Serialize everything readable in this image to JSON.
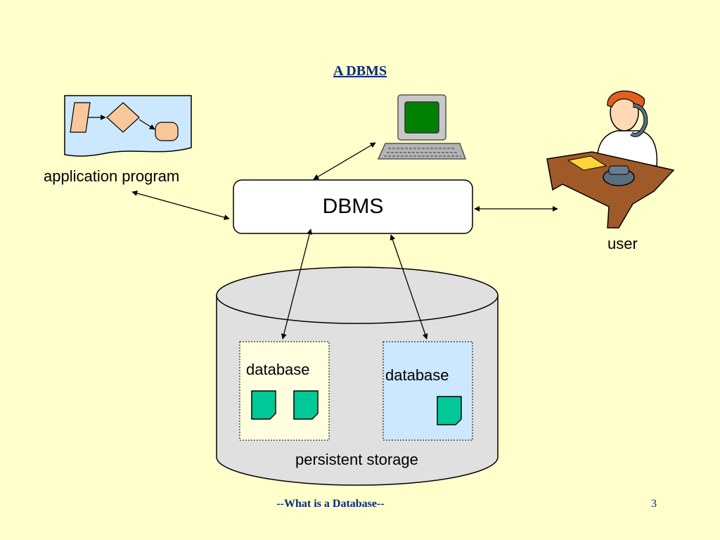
{
  "slide": {
    "title": "A DBMS",
    "footer": "--What is a Database--",
    "page_number": "3"
  },
  "diagram": {
    "dbms_label": "DBMS",
    "application_label": "application program",
    "user_label": "user",
    "storage_label": "persistent storage",
    "databases": [
      {
        "label": "database",
        "files": 2
      },
      {
        "label": "database",
        "files": 1
      }
    ]
  },
  "colors": {
    "background": "#ffffcc",
    "title_text": "#0a2a78",
    "cylinder_fill": "#e0e0e0",
    "db_panel_left": "#ffffe0",
    "db_panel_right": "#cce8ff",
    "file_fill": "#00c896",
    "app_panel": "#cce8ff",
    "flow_shape": "#f8c89a"
  },
  "icons": [
    "flowchart-icon",
    "computer-terminal-icon",
    "user-at-desk-icon",
    "document-file-icon"
  ]
}
